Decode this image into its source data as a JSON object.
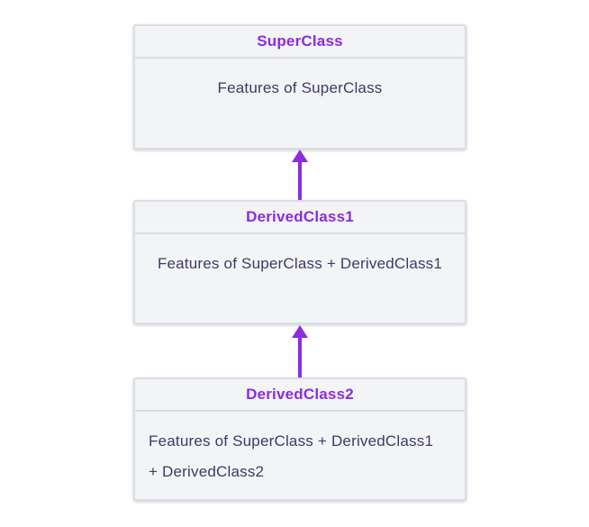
{
  "diagram": {
    "classes": [
      {
        "name": "SuperClass",
        "features": "Features of SuperClass",
        "features_lines": [
          "Features of SuperClass"
        ]
      },
      {
        "name": "DerivedClass1",
        "features": "Features of SuperClass + DerivedClass1",
        "features_lines": [
          "Features of SuperClass + DerivedClass1"
        ]
      },
      {
        "name": "DerivedClass2",
        "features": "Features of SuperClass + DerivedClass1 + DerivedClass2",
        "features_lines": [
          "Features of SuperClass + DerivedClass1",
          "+ DerivedClass2"
        ]
      }
    ],
    "relationships": [
      {
        "from": "DerivedClass1",
        "to": "SuperClass",
        "type": "inherits",
        "arrow_direction": "up"
      },
      {
        "from": "DerivedClass2",
        "to": "DerivedClass1",
        "type": "inherits",
        "arrow_direction": "up"
      }
    ],
    "icons": [
      {
        "name": "inheritance-arrow-up-icon",
        "glyph": "▲"
      }
    ],
    "colors": {
      "class_name_text": "#8b2be2",
      "features_text": "#3e3a66",
      "box_fill": "#f3f4f5",
      "box_border": "#d8dde6",
      "arrow": "#8b2be2",
      "background": "#ffffff"
    }
  }
}
